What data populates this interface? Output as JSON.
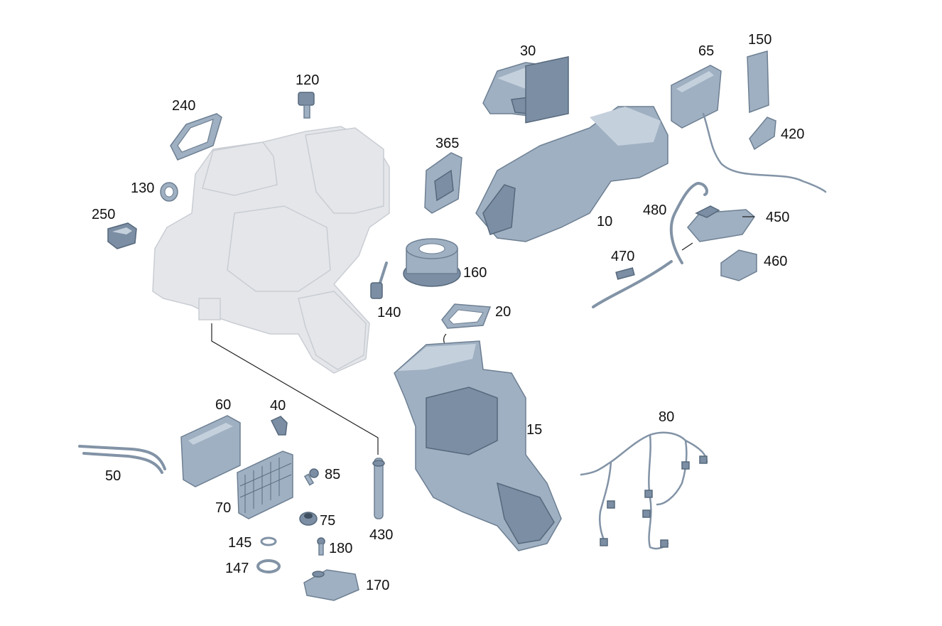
{
  "colors": {
    "part": "#9fb0c2",
    "part_outline": "#6d7f92",
    "ghost_housing": "#e4e6ea",
    "label_text": "#111111"
  },
  "callouts": {
    "c10": "10",
    "c15": "15",
    "c20": "20",
    "c30": "30",
    "c40": "40",
    "c50": "50",
    "c60": "60",
    "c65": "65",
    "c70": "70",
    "c75": "75",
    "c80": "80",
    "c85": "85",
    "c120": "120",
    "c130": "130",
    "c140": "140",
    "c145": "145",
    "c147": "147",
    "c150": "150",
    "c160": "160",
    "c170": "170",
    "c180": "180",
    "c240": "240",
    "c250": "250",
    "c365": "365",
    "c420": "420",
    "c430": "430",
    "c450": "450",
    "c460": "460",
    "c470": "470",
    "c480": "480"
  }
}
